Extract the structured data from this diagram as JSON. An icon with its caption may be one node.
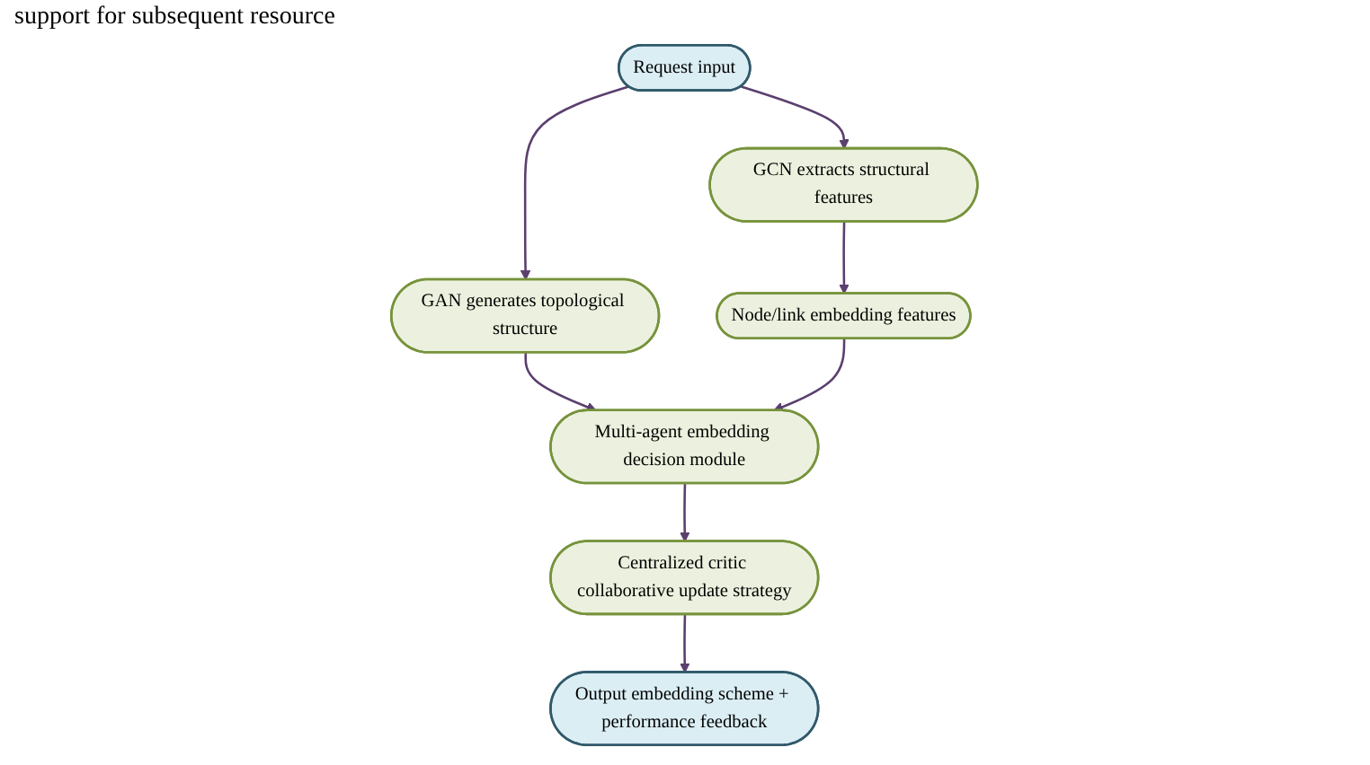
{
  "diagram": {
    "nodes": [
      {
        "text": [
          "Request input"
        ]
      },
      {
        "text": [
          "GCN extracts structural features"
        ]
      },
      {
        "text": [
          "GAN generates topological structure"
        ]
      },
      {
        "text": [
          "Node/link embedding features"
        ]
      },
      {
        "text": [
          "Multi-agent embedding decision module"
        ]
      },
      {
        "text": [
          "Centralized critic collaborative update strategy"
        ]
      },
      {
        "text": [
          "Output embedding scheme + performance feedback"
        ]
      }
    ],
    "edges": [
      {
        "from": 0,
        "to": 1,
        "arrow": "to"
      },
      {
        "from": 0,
        "to": 2,
        "arrow": "to"
      },
      {
        "from": 1,
        "to": 3,
        "arrow": "to"
      },
      {
        "from": 2,
        "to": 4,
        "arrow": "to"
      },
      {
        "from": 3,
        "to": 4,
        "arrow": "to"
      },
      {
        "from": 4,
        "to": 5,
        "arrow": "to"
      },
      {
        "from": 5,
        "to": 6,
        "arrow": "to"
      }
    ],
    "labels": [
      "support for subsequent resource"
    ]
  }
}
